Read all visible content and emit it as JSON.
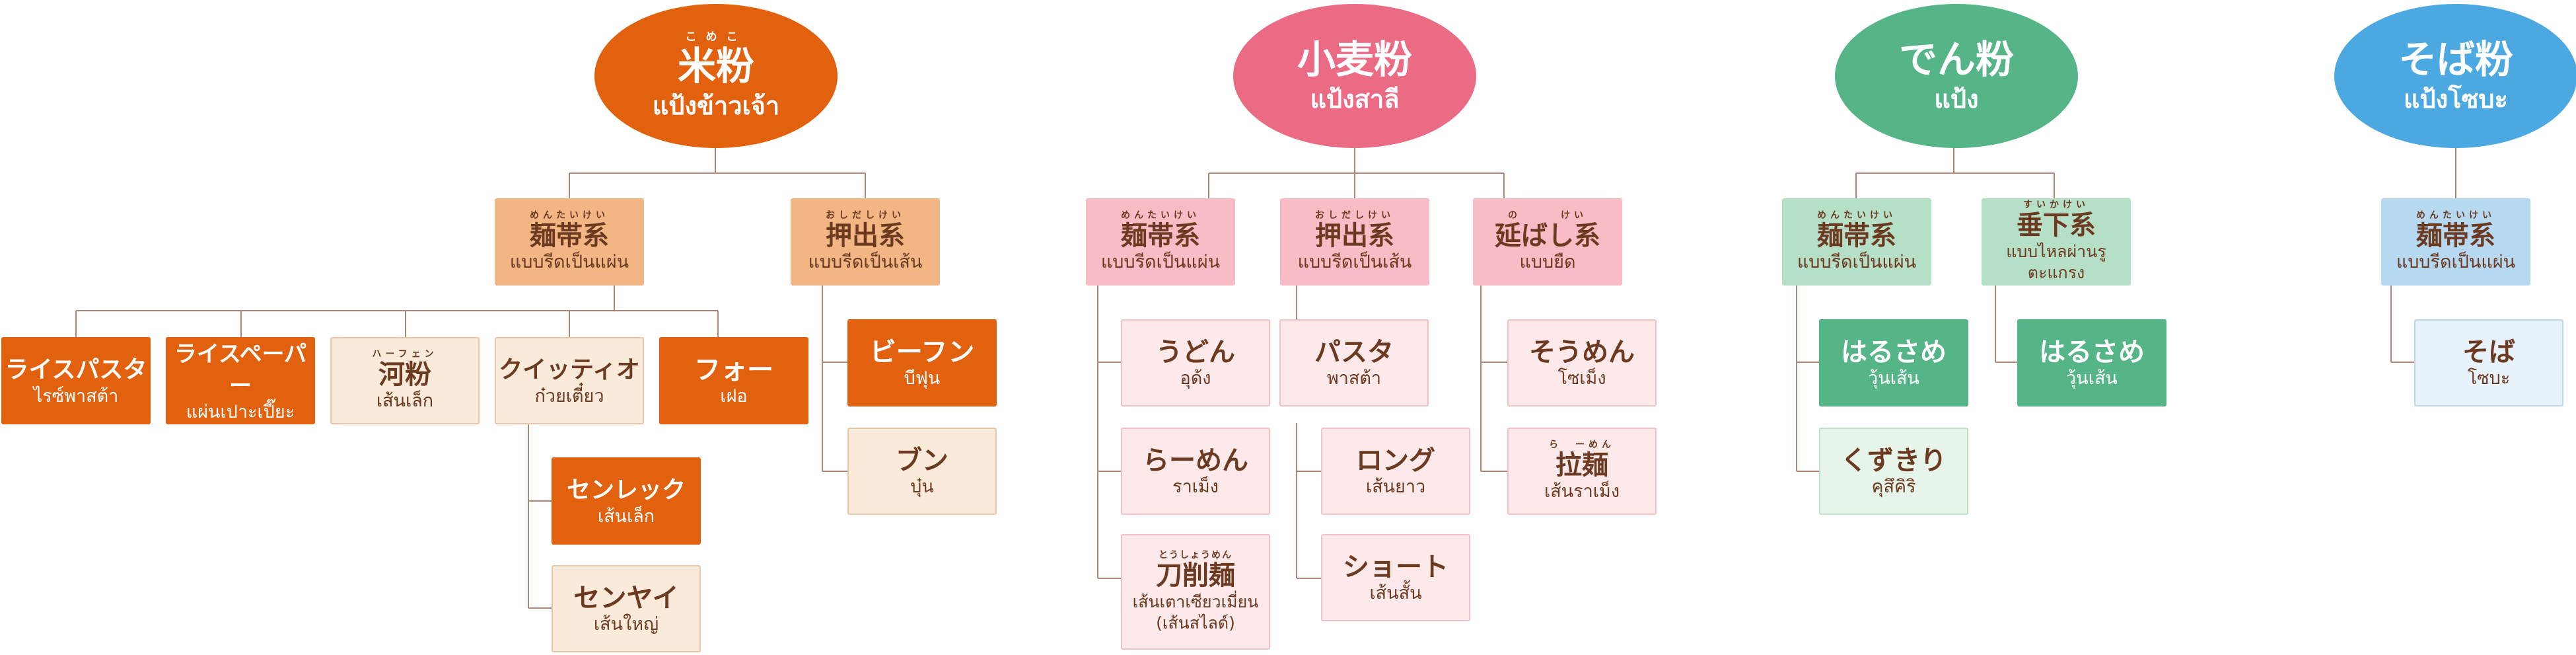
{
  "colors": {
    "line": "#b08774",
    "dark_text": "#6b3a21",
    "white_text": "#ffffff",
    "rice_oval": "#e2610f",
    "rice_category": "#f2b584",
    "rice_item_strong": "#e2610f",
    "rice_item_light": "#faead9",
    "wheat_oval": "#ec6b84",
    "wheat_category": "#f7bcc5",
    "wheat_item": "#fde9ea",
    "starch_oval": "#55b488",
    "starch_category": "#b6dfc7",
    "starch_item_strong": "#55b488",
    "starch_item_light": "#e6f4ea",
    "soba_oval": "#4ba8e0",
    "soba_category": "#b7d8f1",
    "soba_item": "#e8f2fb"
  },
  "roots": {
    "rice": {
      "ruby": "こめこ",
      "jp": "米粉",
      "th": "แป้งข้าวเจ้า"
    },
    "wheat": {
      "ruby": "",
      "jp": "小麦粉",
      "th": "แป้งสาลี"
    },
    "starch": {
      "ruby": "",
      "jp": "でん粉",
      "th": "แป้ง"
    },
    "soba": {
      "ruby": "",
      "jp": "そば粉",
      "th": "แป้งโซบะ"
    }
  },
  "categories": {
    "rice_ribbon": {
      "ruby": "めんたいけい",
      "jp": "麺帯系",
      "th": "แบบรีดเป็นแผ่น"
    },
    "rice_extruded": {
      "ruby": "おしだしけい",
      "jp": "押出系",
      "th": "แบบรีดเป็นเส้น"
    },
    "wheat_ribbon": {
      "ruby": "めんたいけい",
      "jp": "麺帯系",
      "th": "แบบรีดเป็นแผ่น"
    },
    "wheat_extruded": {
      "ruby": "おしだしけい",
      "jp": "押出系",
      "th": "แบบรีดเป็นเส้น"
    },
    "wheat_stretch": {
      "ruby": "の　　　けい",
      "jp": "延ばし系",
      "th": "แบบยืด"
    },
    "starch_ribbon": {
      "ruby": "めんたいけい",
      "jp": "麺帯系",
      "th": "แบบรีดเป็นแผ่น"
    },
    "starch_drip": {
      "ruby": "すいかけい",
      "jp": "垂下系",
      "th": "แบบไหลผ่านรูตะแกรง"
    },
    "soba_ribbon": {
      "ruby": "めんたいけい",
      "jp": "麺帯系",
      "th": "แบบรีดเป็นแผ่น"
    }
  },
  "items": {
    "rice_pasta": {
      "ruby": "",
      "jp": "ライスパスタ",
      "th": "ไรซ์พาสต้า"
    },
    "rice_paper": {
      "ruby": "",
      "jp": "ライスペーパー",
      "th": "แผ่นเปาะเปี๊ยะ"
    },
    "hefen": {
      "ruby": "ハーフェン",
      "jp": "河粉",
      "th": "เส้นเล็ก"
    },
    "kuitiao": {
      "ruby": "",
      "jp": "クイッティオ",
      "th": "ก๋วยเตี๋ยว"
    },
    "pho": {
      "ruby": "",
      "jp": "フォー",
      "th": "เฝอ"
    },
    "sen_lek": {
      "ruby": "",
      "jp": "センレック",
      "th": "เส้นเล็ก"
    },
    "sen_yai": {
      "ruby": "",
      "jp": "センヤイ",
      "th": "เส้นใหญ่"
    },
    "bifun": {
      "ruby": "",
      "jp": "ビーフン",
      "th": "บีฟุน"
    },
    "bun": {
      "ruby": "",
      "jp": "ブン",
      "th": "บุ๋น"
    },
    "udon": {
      "ruby": "",
      "jp": "うどん",
      "th": "อุด้ง"
    },
    "ramen": {
      "ruby": "",
      "jp": "らーめん",
      "th": "ราเม็ง"
    },
    "toshomen": {
      "ruby": "とうしょうめん",
      "jp": "刀削麺",
      "th": "เส้นเตาเซียวเมี่ยน",
      "th2": "(เส้นสไลด์)"
    },
    "pasta": {
      "ruby": "",
      "jp": "パスタ",
      "th": "พาสต้า"
    },
    "long": {
      "ruby": "",
      "jp": "ロング",
      "th": "เส้นยาว"
    },
    "short": {
      "ruby": "",
      "jp": "ショート",
      "th": "เส้นสั้น"
    },
    "somen": {
      "ruby": "",
      "jp": "そうめん",
      "th": "โซเม็ง"
    },
    "lamian": {
      "ruby": "ら　ーめん",
      "jp": "拉麺",
      "th": "เส้นราเม็ง"
    },
    "harusame_1": {
      "ruby": "",
      "jp": "はるさめ",
      "th": "วุ้นเส้น"
    },
    "kuzukiri": {
      "ruby": "",
      "jp": "くずきり",
      "th": "คุสึคิริ"
    },
    "harusame_2": {
      "ruby": "",
      "jp": "はるさめ",
      "th": "วุ้นเส้น"
    },
    "soba": {
      "ruby": "",
      "jp": "そば",
      "th": "โซบะ"
    }
  }
}
